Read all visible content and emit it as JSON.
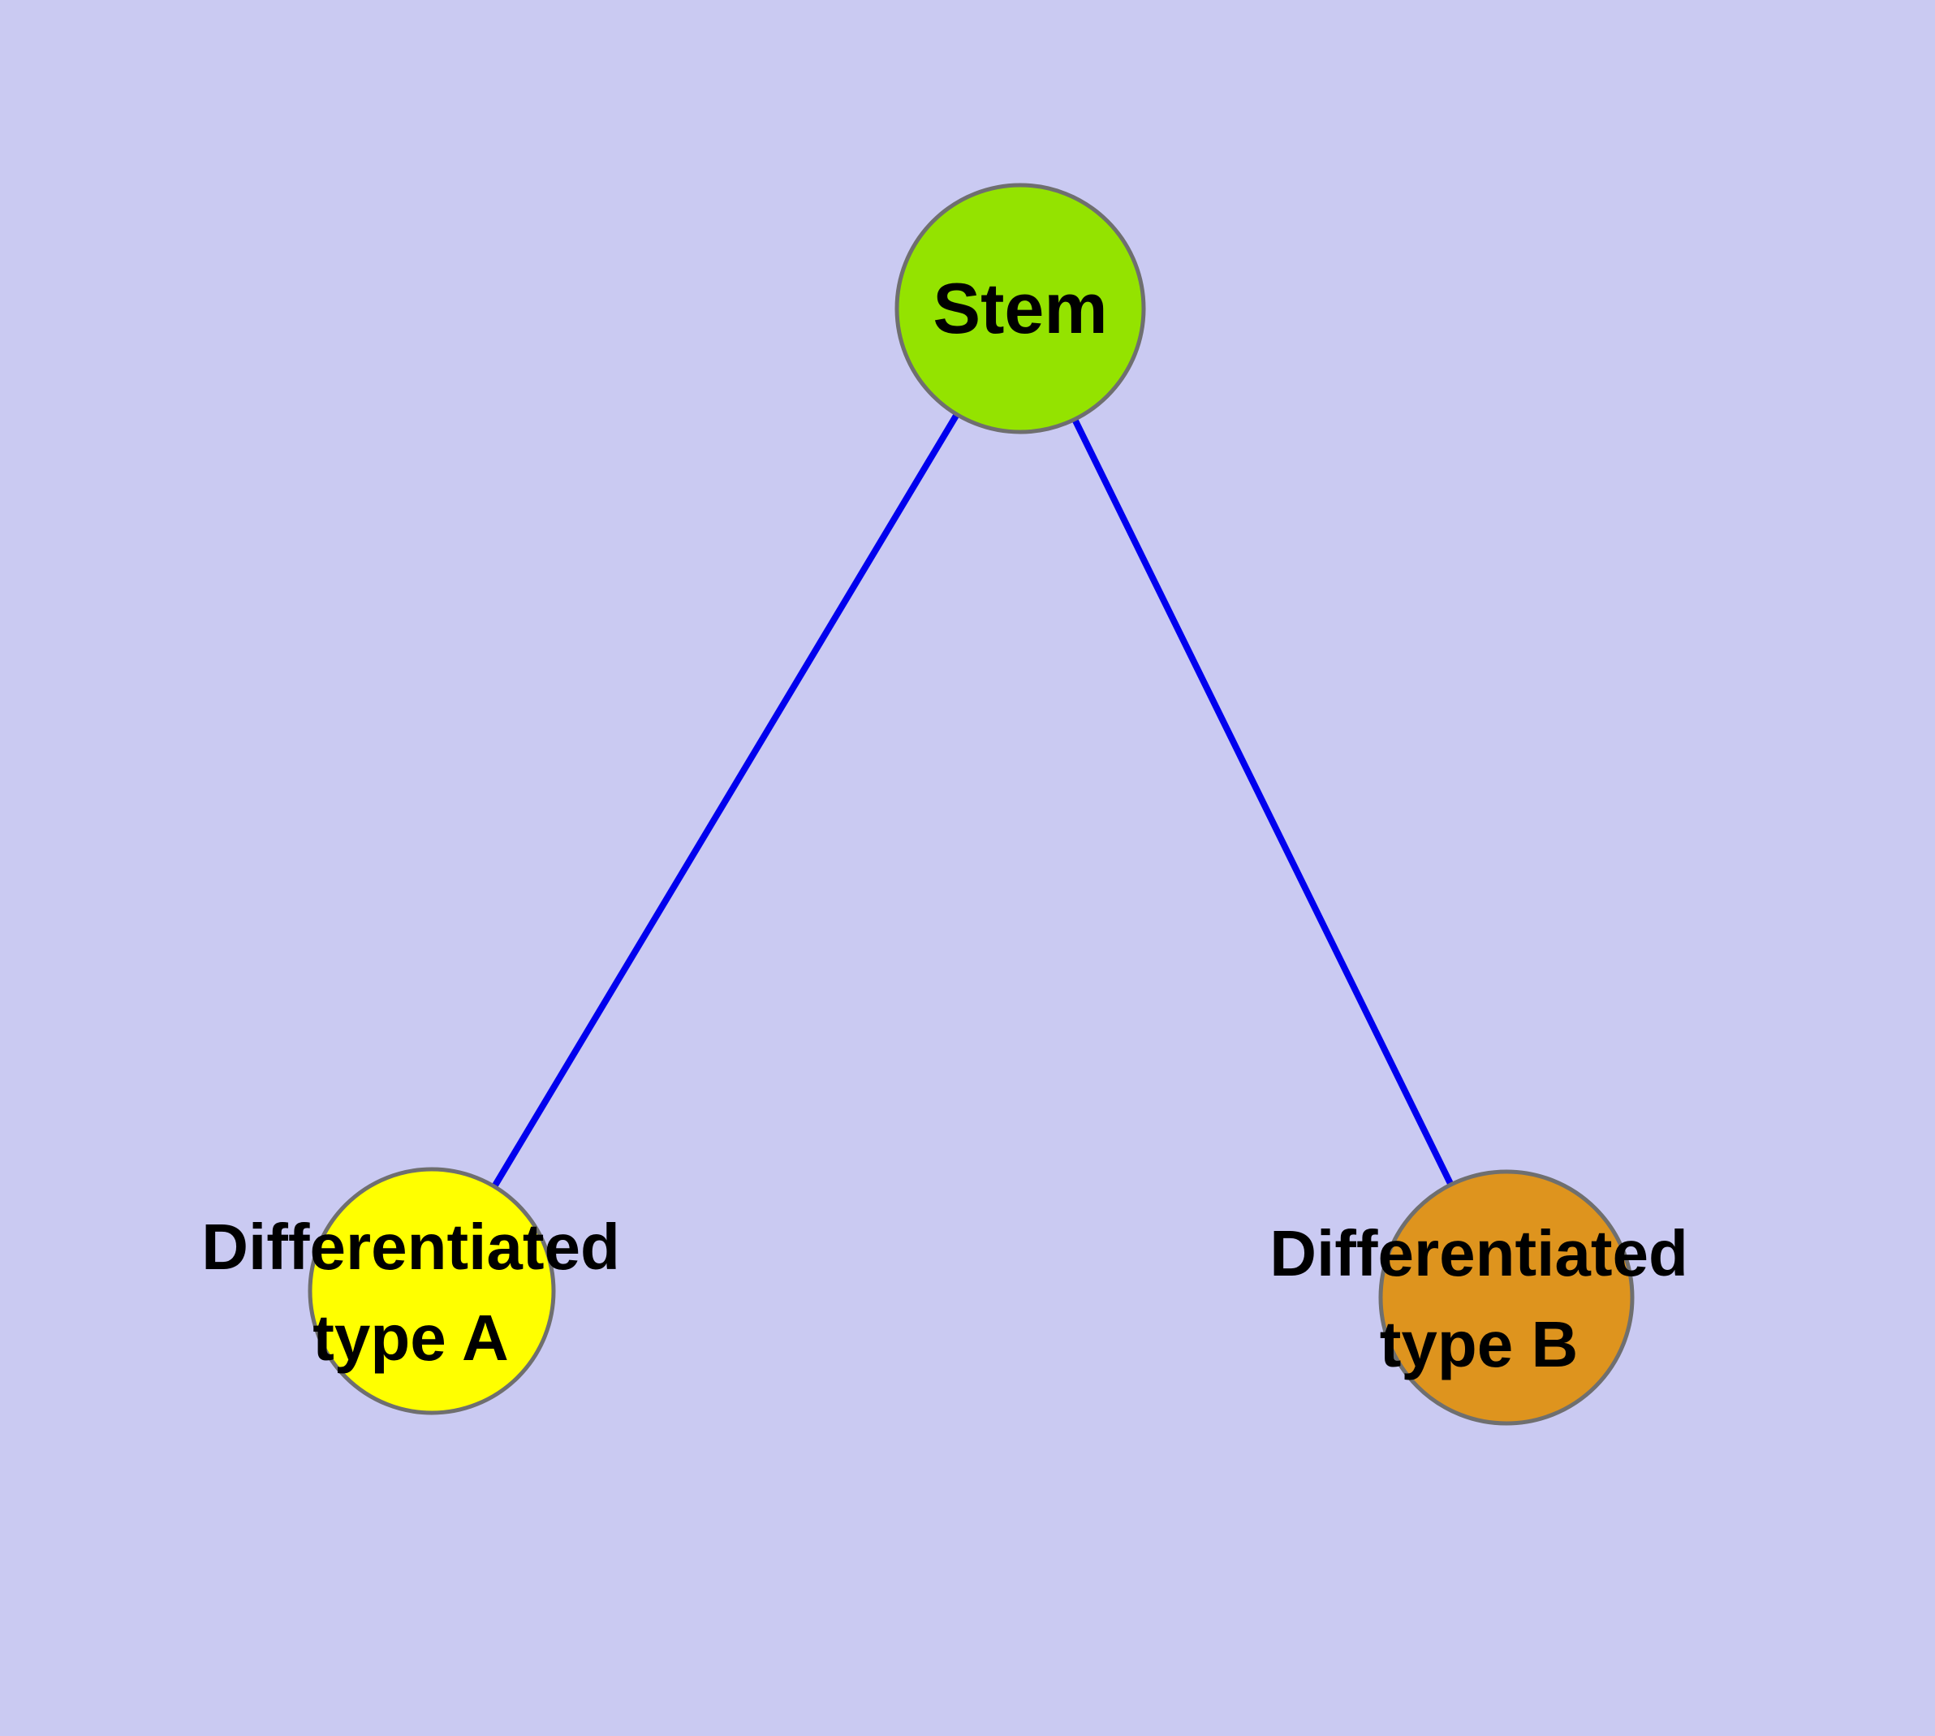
{
  "diagram": {
    "type": "node-edge-graph",
    "background_color": "#cacaf2",
    "edge_color": "#0000ee",
    "node_border_color": "#6f6f6f",
    "text_color": "#000000",
    "nodes": {
      "stem": {
        "label": "Stem",
        "color": "#94e300"
      },
      "type_a": {
        "label": "Differentiated type A",
        "lines": [
          "Differentiated",
          "type A"
        ],
        "color": "#ffff00"
      },
      "type_b": {
        "label": "Differentiated type B",
        "lines": [
          "Differentiated",
          "type B"
        ],
        "color": "#de941e"
      }
    },
    "edges": [
      {
        "from": "Stem",
        "to": "Differentiated type A"
      },
      {
        "from": "Stem",
        "to": "Differentiated type B"
      }
    ]
  }
}
